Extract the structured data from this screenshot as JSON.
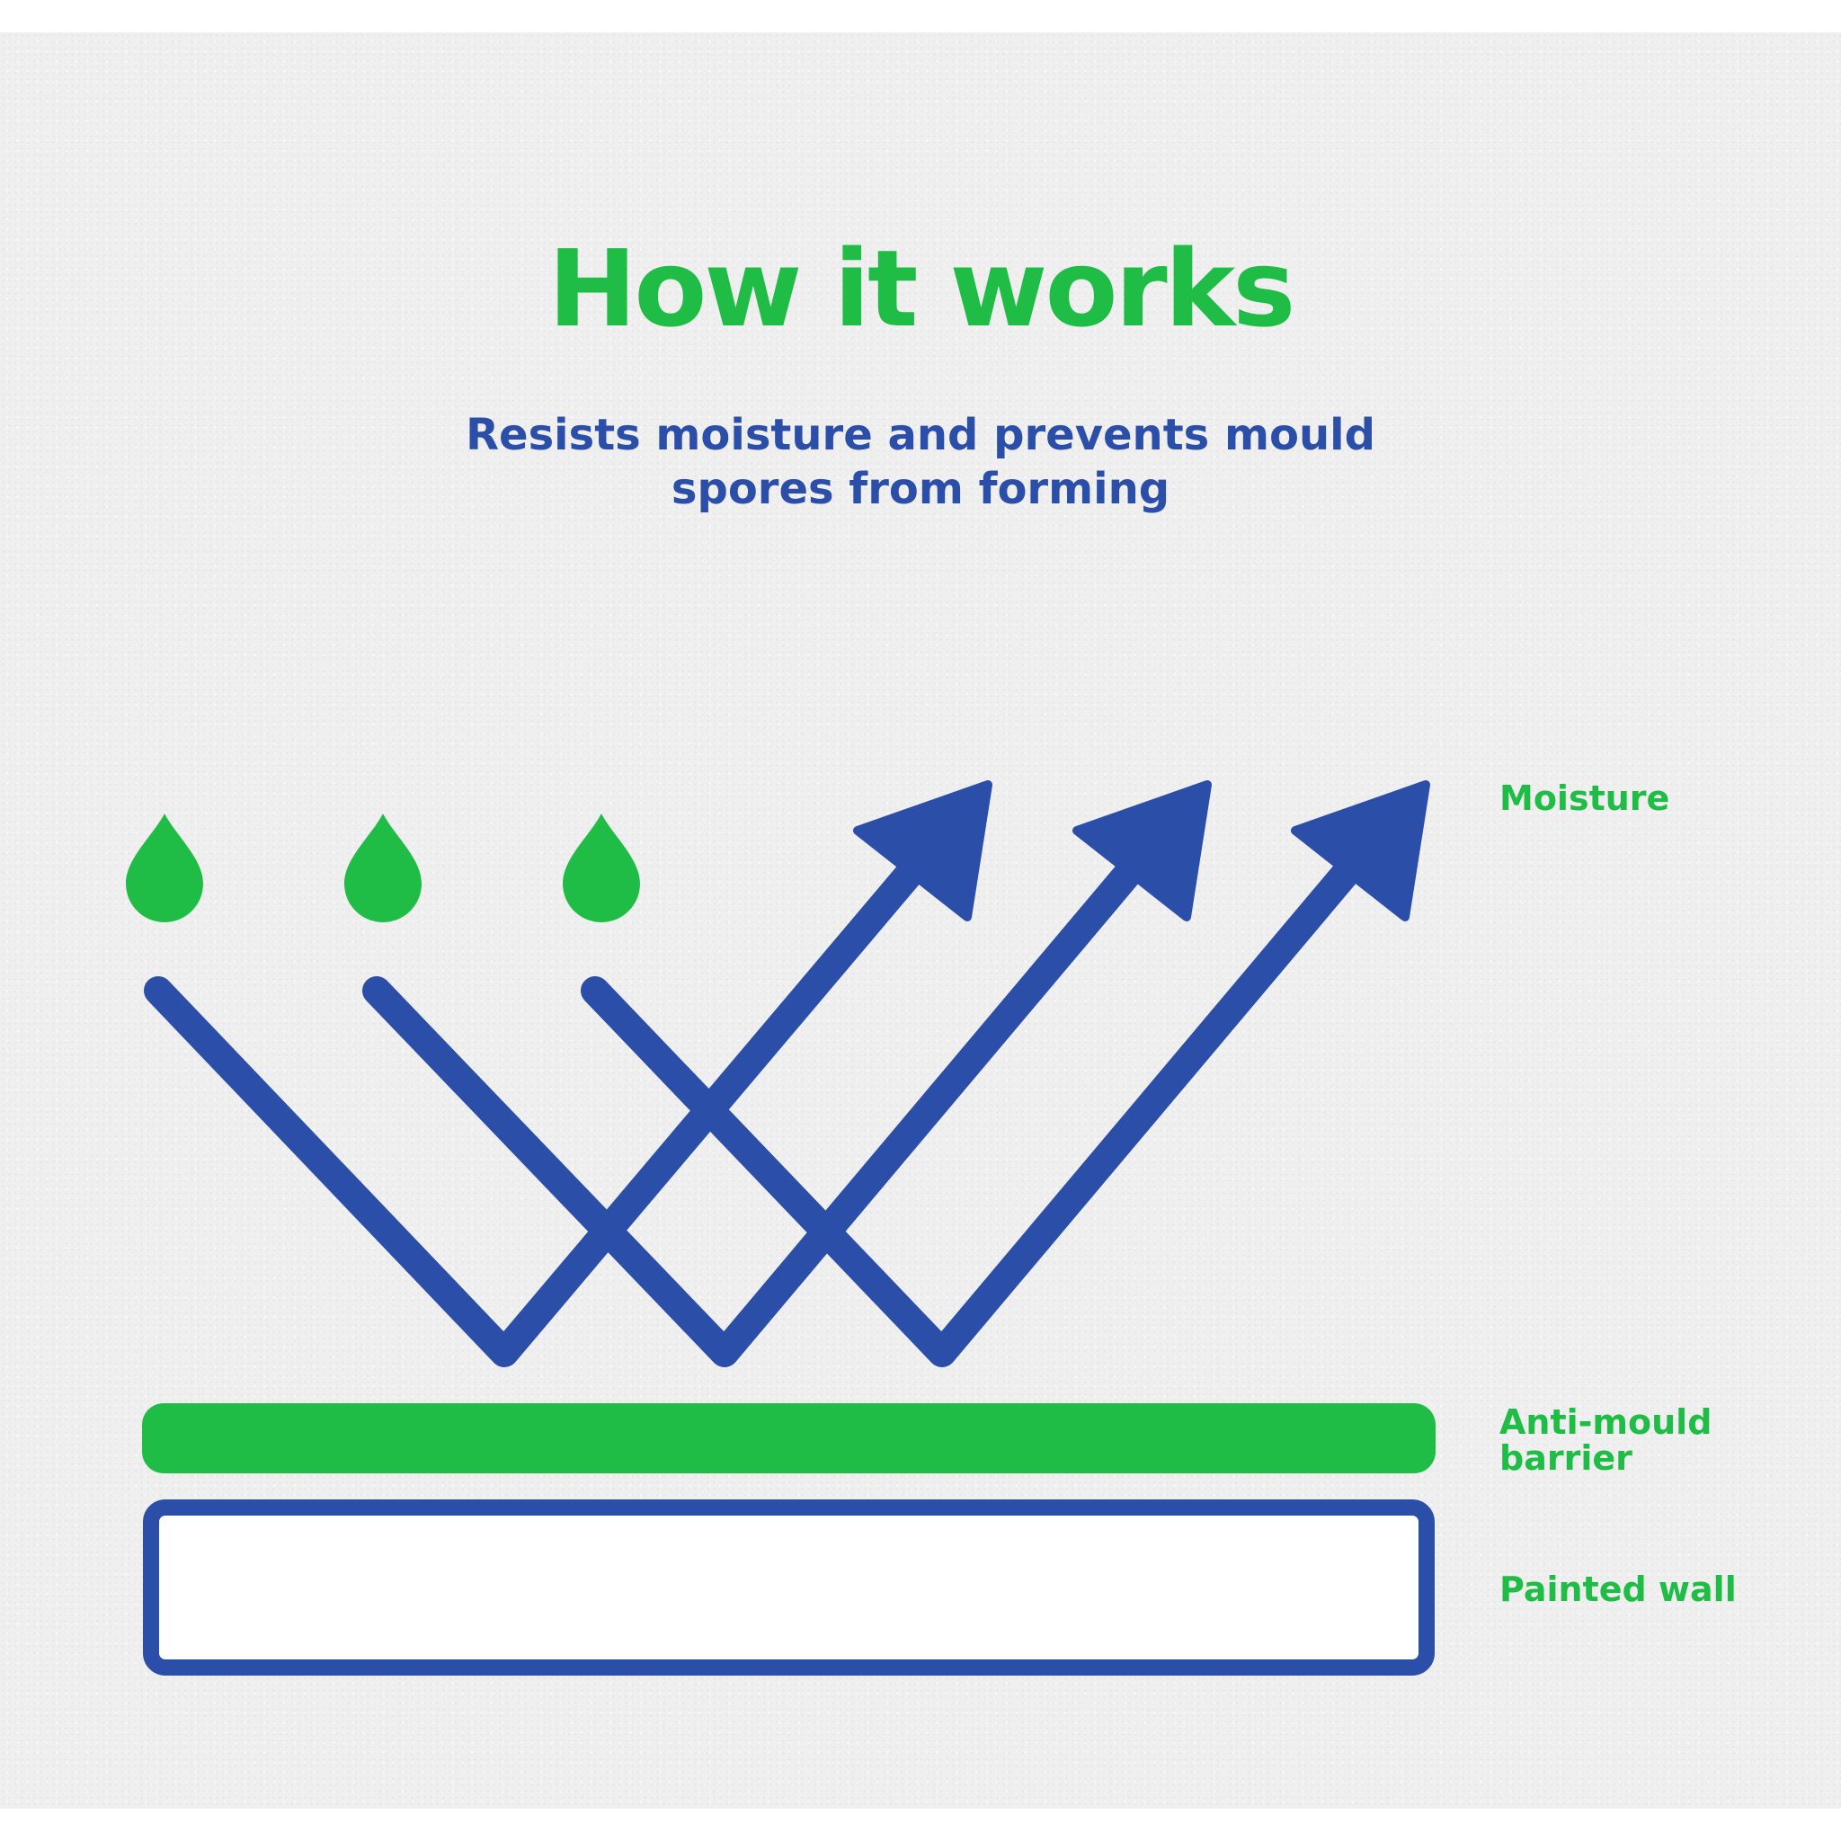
{
  "title": "How it works",
  "subtitle_line1": "Resists moisture and  prevents mould",
  "subtitle_line2": "spores from forming",
  "labels": {
    "moisture": "Moisture",
    "barrier_line1": "Anti-mould",
    "barrier_line2": "barrier",
    "painted_wall": "Painted wall"
  },
  "colors": {
    "green": "#1fbd45",
    "blue": "#2b4ea8",
    "background": "#efefef",
    "wall_fill": "#ffffff"
  },
  "icons": {
    "drop": "water-drop-icon",
    "arrow": "deflect-arrow-icon"
  }
}
